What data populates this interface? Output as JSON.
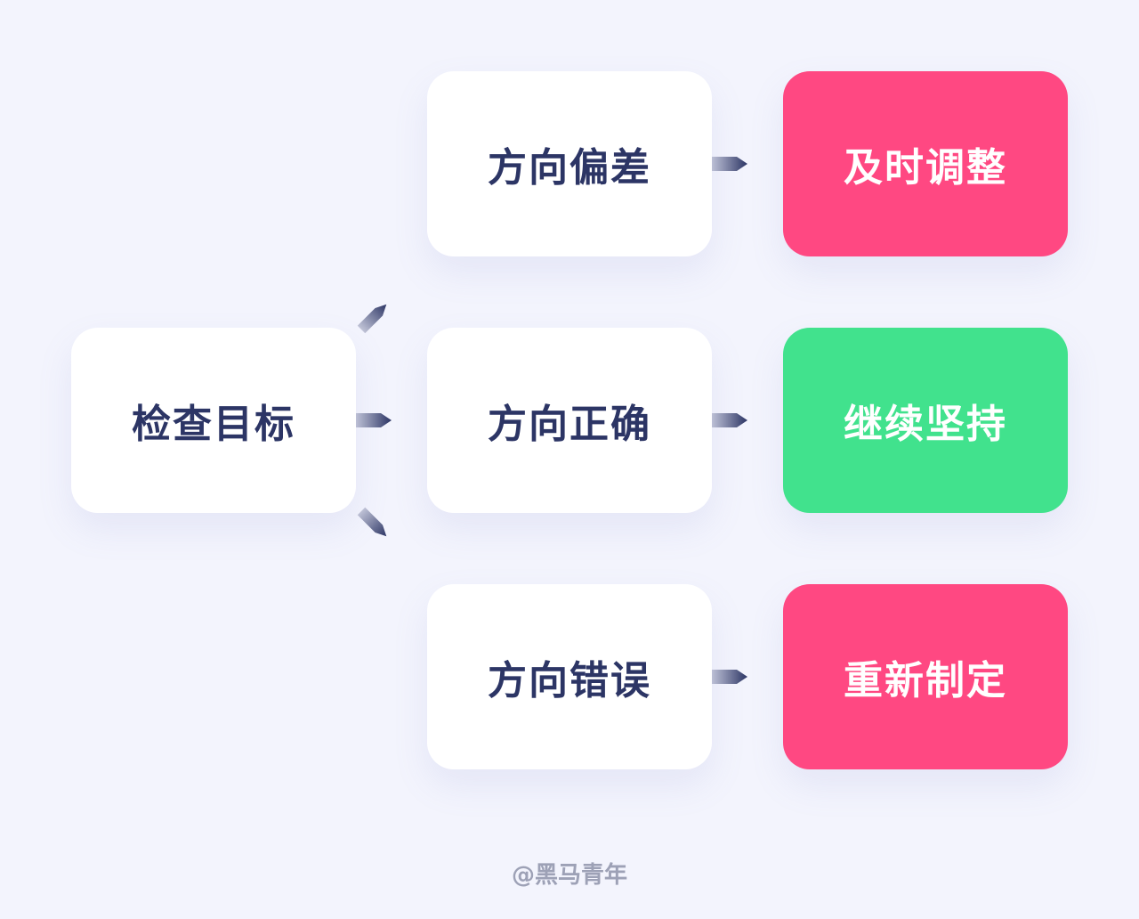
{
  "nodes": {
    "root": "检查目标",
    "deviation": "方向偏差",
    "correct": "方向正确",
    "wrong": "方向错误",
    "adjust": "及时调整",
    "persist": "继续坚持",
    "redefine": "重新制定"
  },
  "colors": {
    "background": "#f3f4fd",
    "card_text": "#2c3565",
    "pink": "#ff4882",
    "green": "#41e28d",
    "arrow": "#2c3565"
  },
  "watermark": "@黑马青年"
}
